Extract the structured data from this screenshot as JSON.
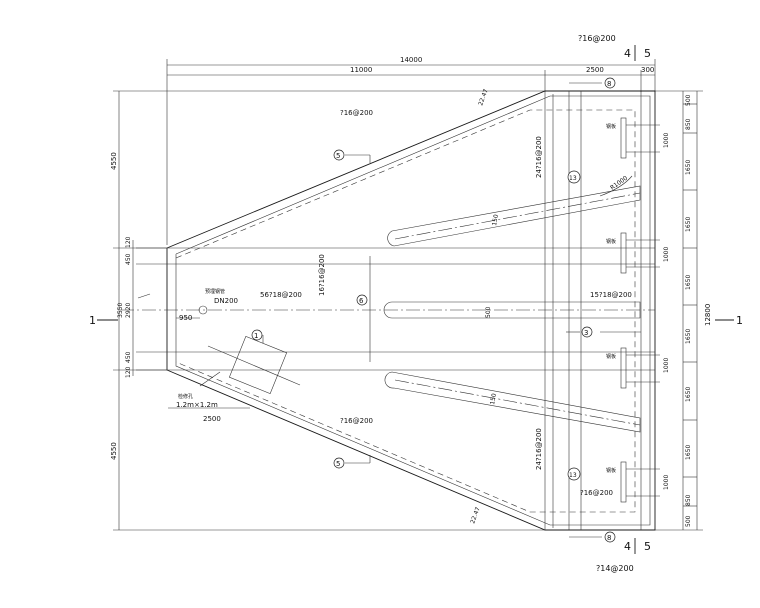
{
  "top_note": "?16@200",
  "bottom_note": "?14@200",
  "section_marks": {
    "left": "1",
    "right": "1",
    "top_a": "4",
    "top_b": "5",
    "bottom_a": "4",
    "bottom_b": "5"
  },
  "top_dims": {
    "total": "14000",
    "d1": "11000",
    "d2": "2500",
    "d3": "300"
  },
  "left_dims": {
    "upper": "4550",
    "lower": "4550",
    "d120a": "120",
    "d450a": "450",
    "d3550": "3550",
    "d2920": "2920",
    "d450b": "450",
    "d120b": "120"
  },
  "right_dims": {
    "r500a": "500",
    "r850a": "850",
    "r1000a": "1000",
    "r1650a": "1650",
    "r1650b": "1650",
    "r1000b": "1000",
    "r1650c": "1650",
    "r1650d": "1650",
    "r1000c": "1000",
    "r1650e": "1650",
    "r1650f": "1650",
    "r1000d": "1000",
    "r850b": "850",
    "r500b": "500",
    "overall": "12800"
  },
  "labels": {
    "rebar_top": "?16@200",
    "rebar_mid": "56?18@200",
    "rebar_vert": "16?16@200",
    "rebar_right": "15?18@200",
    "rebar_bottom": "?16@200",
    "rebar_bot_right": "?16@200",
    "rebar_upper_r": "24?16@200",
    "rebar_lower_r": "24?16@200",
    "pipe_note": "预埋钢管",
    "pipe": "DN200",
    "dim_950": "950",
    "dim_2500": "2500",
    "opening_note": "检修孔",
    "opening": "1.2m×1.2m",
    "angle_top": "22.47",
    "angle_bot": "22.47",
    "groove_top": "150",
    "groove_bot": "150",
    "groove_mid": "500",
    "radius": "R1000",
    "pier_tag": "钢板"
  },
  "bubbles": {
    "b1": "1",
    "b3": "3",
    "b5a": "5",
    "b5b": "5",
    "b6": "6",
    "b8a": "8",
    "b8b": "8",
    "b13a": "13",
    "b13b": "13"
  }
}
